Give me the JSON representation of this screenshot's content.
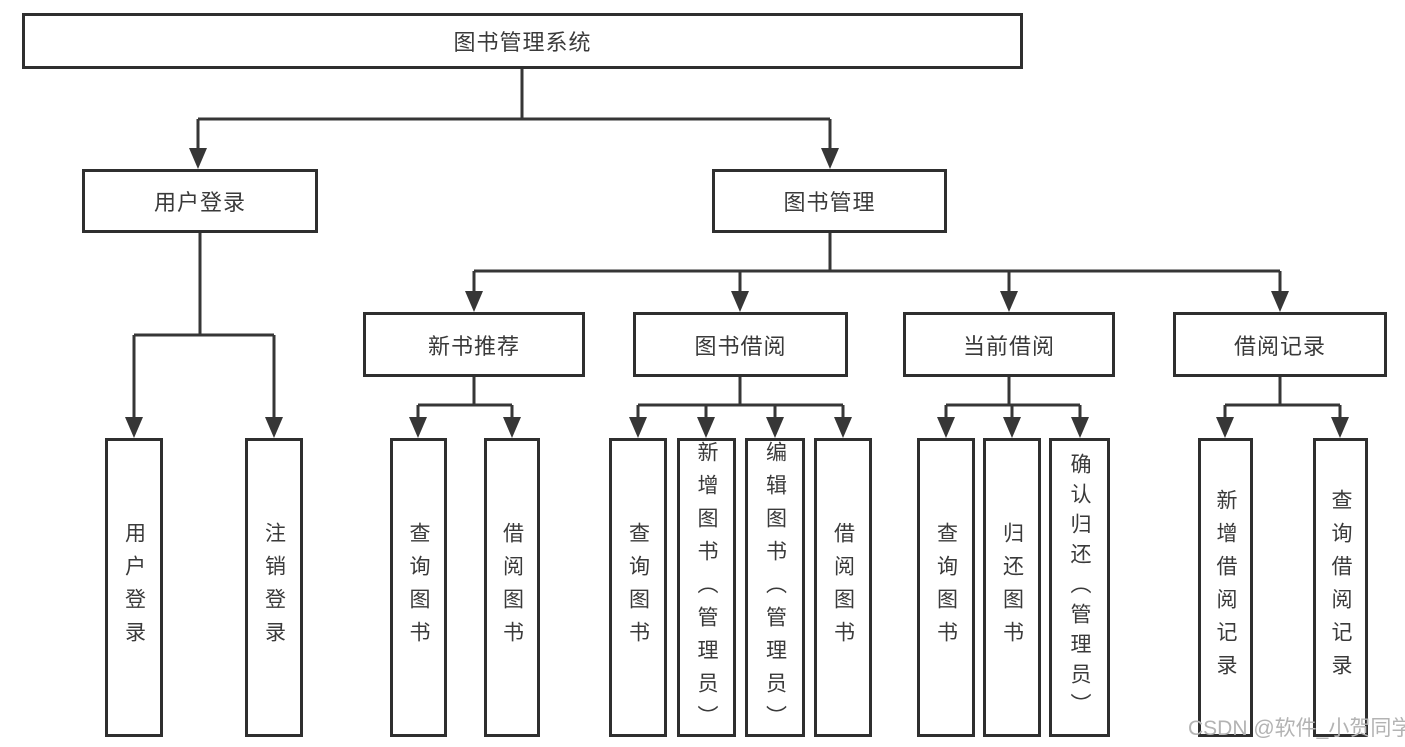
{
  "diagram": {
    "root": {
      "label": "图书管理系统"
    },
    "user_login": {
      "label": "用户登录",
      "children": {
        "login": {
          "label": "用户登录"
        },
        "logout": {
          "label": "注销登录"
        }
      }
    },
    "book_management": {
      "label": "图书管理",
      "sections": {
        "new_book_recommend": {
          "label": "新书推荐",
          "children": {
            "query_books": {
              "label": "查询图书"
            },
            "borrow_books": {
              "label": "借阅图书"
            }
          }
        },
        "book_borrowing": {
          "label": "图书借阅",
          "children": {
            "query_books": {
              "label": "查询图书"
            },
            "add_books": {
              "label": "新增图书（管理员）"
            },
            "edit_books": {
              "label": "编辑图书（管理员）"
            },
            "borrow_books": {
              "label": "借阅图书"
            }
          }
        },
        "current_borrowing": {
          "label": "当前借阅",
          "children": {
            "query_books": {
              "label": "查询图书"
            },
            "return_books": {
              "label": "归还图书"
            },
            "confirm_return": {
              "label": "确认归还（管理员）"
            }
          }
        },
        "borrowing_records": {
          "label": "借阅记录",
          "children": {
            "add_record": {
              "label": "新增借阅记录"
            },
            "query_record": {
              "label": "查询借阅记录"
            }
          }
        }
      }
    }
  },
  "colors": {
    "line": "#363636",
    "border": "#2f2f2f",
    "text": "#3a3a3a",
    "watermark": "#b3b3b3"
  },
  "watermark": {
    "text": "CSDN @软件_小贺同学"
  }
}
